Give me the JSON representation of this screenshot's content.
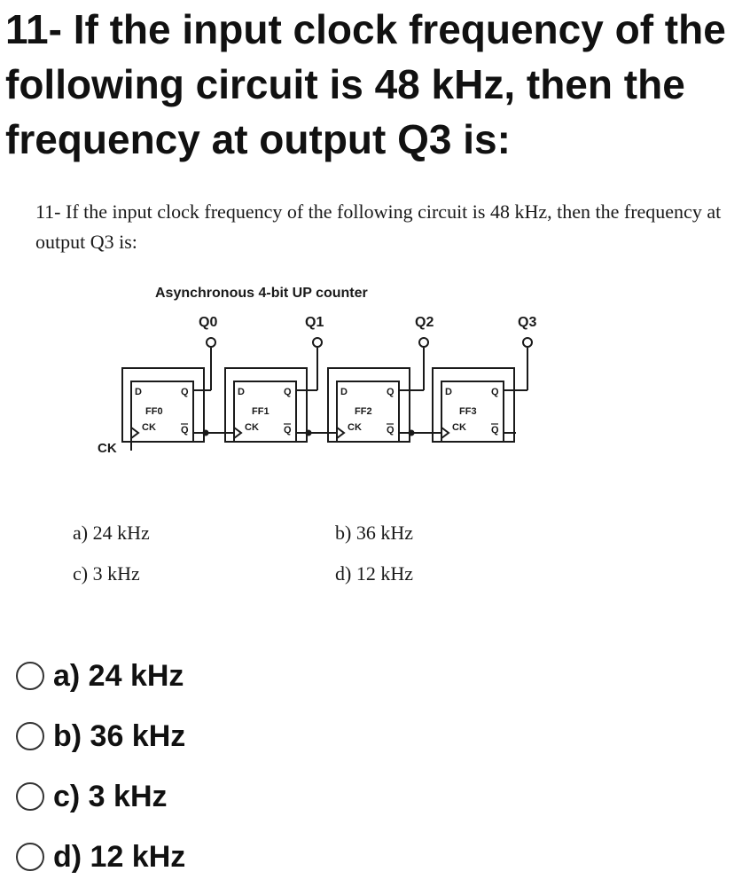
{
  "question": {
    "title": "11- If the input clock frequency of the following circuit is 48 kHz, then the frequency at output Q3 is:"
  },
  "scan": {
    "text": "11- If the input clock frequency of the following circuit is 48 kHz, then the frequency at output Q3 is:",
    "diagram_title": "Asynchronous 4-bit UP counter",
    "outputs": [
      "Q0",
      "Q1",
      "Q2",
      "Q3"
    ],
    "flipflops": [
      "FF0",
      "FF1",
      "FF2",
      "FF3"
    ],
    "pin_d": "D",
    "pin_q": "Q",
    "pin_ck": "CK",
    "pin_qbar": "Q",
    "clock_label": "CK",
    "options": {
      "a": "a) 24 kHz",
      "b": "b) 36 kHz",
      "c": "c) 3 kHz",
      "d": "d) 12 kHz"
    }
  },
  "answers": [
    {
      "id": "a",
      "label": "a) 24 kHz"
    },
    {
      "id": "b",
      "label": "b) 36 kHz"
    },
    {
      "id": "c",
      "label": "c) 3 kHz"
    },
    {
      "id": "d",
      "label": "d) 12 kHz"
    }
  ]
}
